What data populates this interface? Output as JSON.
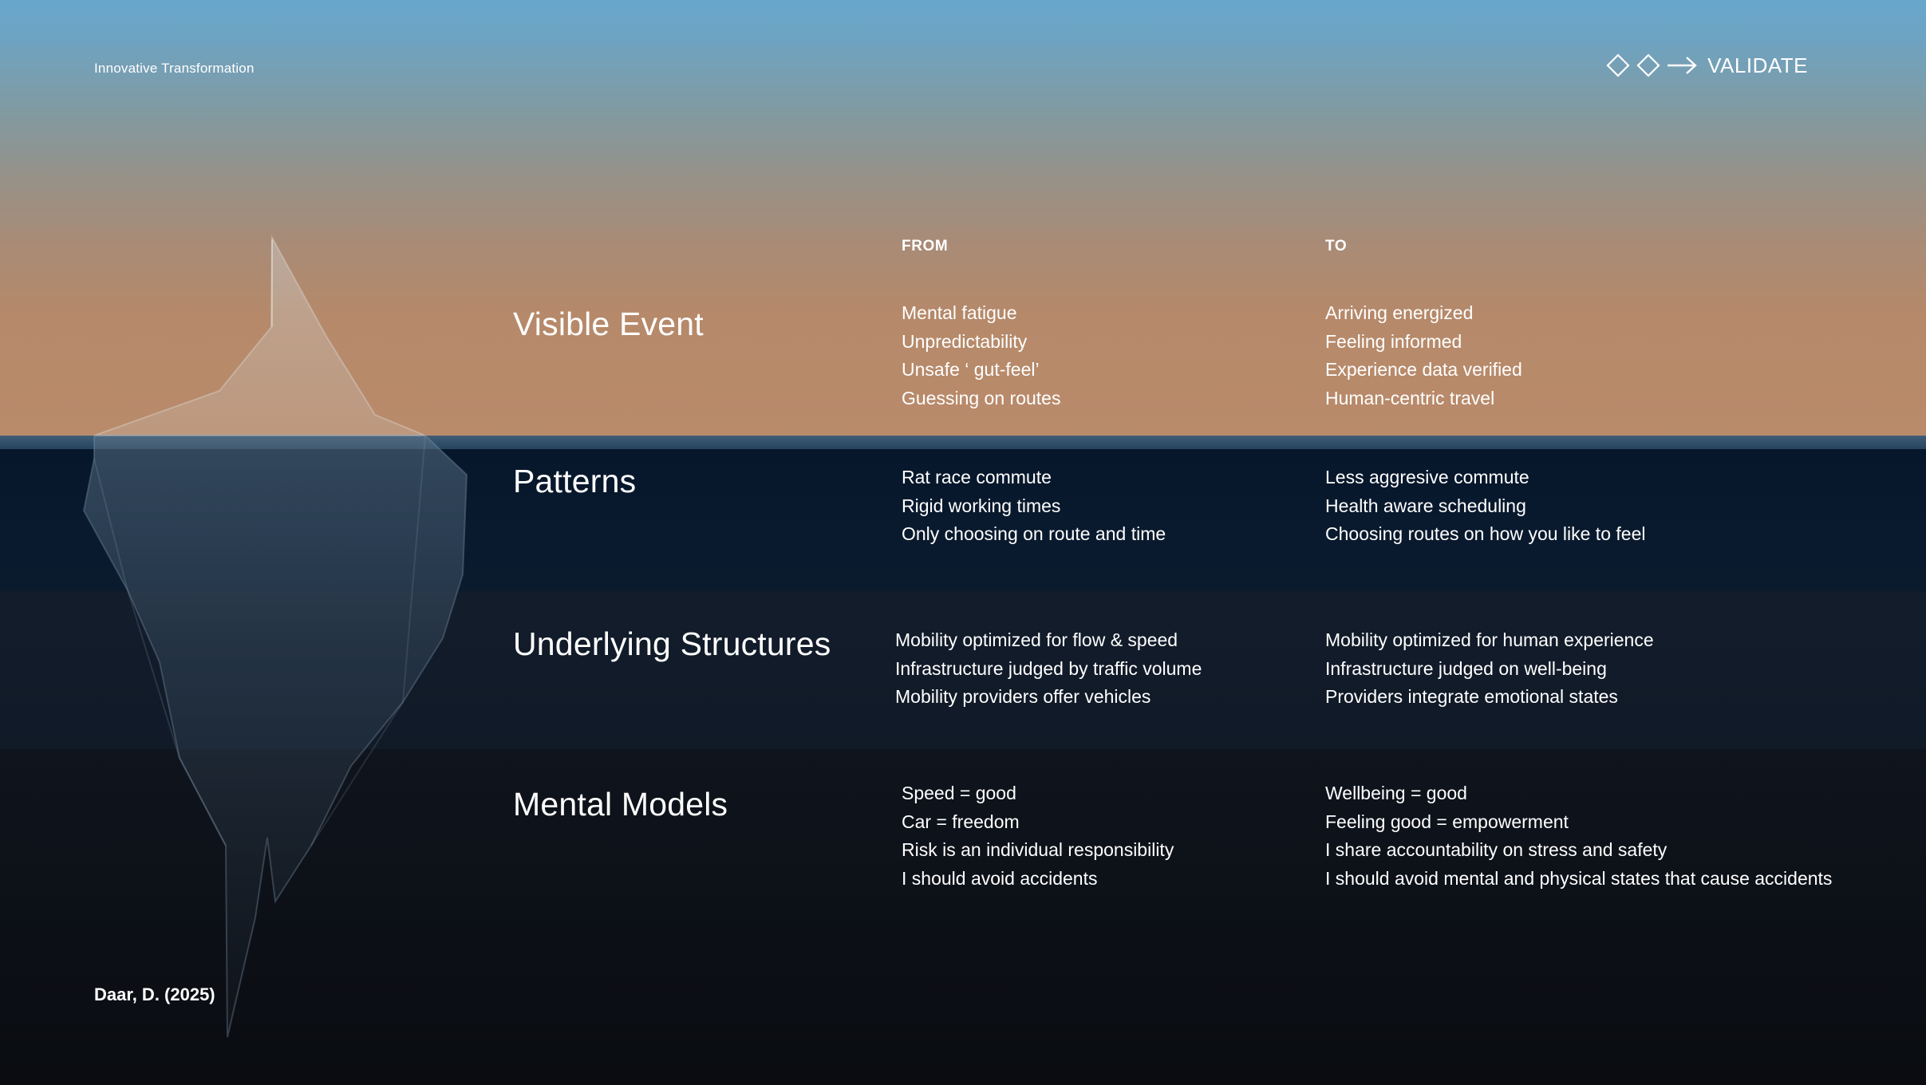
{
  "header": {
    "title": "Innovative Transformation",
    "brand_label": "VALIDATE",
    "brand_icons": [
      "diamond-icon",
      "diamond-icon",
      "arrow-right-icon"
    ]
  },
  "columns": {
    "from": "FROM",
    "to": "TO"
  },
  "rows": [
    {
      "title": "Visible Event",
      "from": [
        "Mental fatigue",
        "Unpredictability",
        "Unsafe ‘ gut-feel’",
        "Guessing on routes"
      ],
      "to": [
        "Arriving energized",
        "Feeling informed",
        "Experience data verified",
        "Human-centric travel"
      ]
    },
    {
      "title": "Patterns",
      "from": [
        "Rat race commute",
        "Rigid working times",
        "Only choosing on route and time"
      ],
      "to": [
        "Less aggresive commute",
        "Health aware scheduling",
        "Choosing routes on how you like to feel"
      ]
    },
    {
      "title": "Underlying Structures",
      "from": [
        "Mobility optimized for flow & speed",
        "Infrastructure judged by traffic volume",
        "Mobility providers offer vehicles"
      ],
      "to": [
        "Mobility optimized for human experience",
        "Infrastructure judged on well-being",
        "Providers integrate emotional states"
      ]
    },
    {
      "title": "Mental Models",
      "from": [
        "Speed = good",
        "Car = freedom",
        "Risk is an individual responsibility",
        "I should avoid accidents"
      ],
      "to": [
        "Wellbeing = good",
        "Feeling good = empowerment",
        "I share accountability on stress and safety",
        "I should avoid mental and physical states that cause accidents"
      ]
    }
  ],
  "citation": "Daar, D. (2025)",
  "colors": {
    "sky_top": "#67a7cd",
    "sky_horizon": "#b98b6b",
    "waterline": "#27435c",
    "deep_water": "#0a0c11",
    "text": "#ffffff"
  }
}
